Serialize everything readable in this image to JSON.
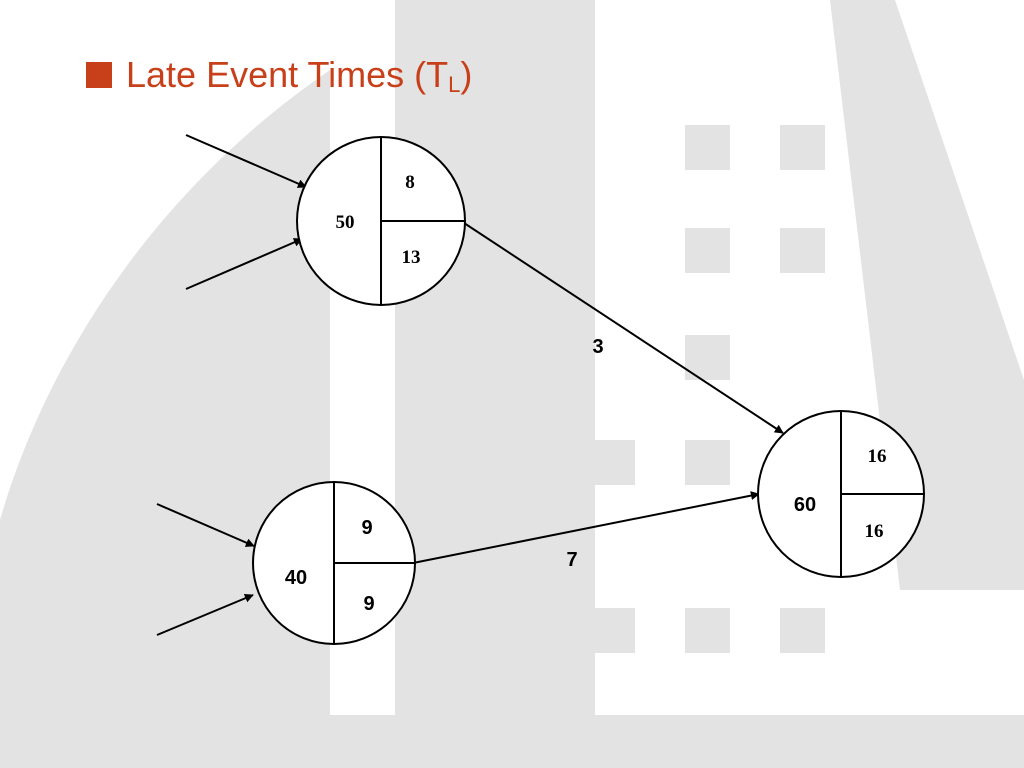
{
  "slide": {
    "title": {
      "text": "Late Event Times (T",
      "subscript": "L",
      "closing": ")"
    },
    "colors": {
      "title": "#c8401a",
      "background_shapes": "#e3e3e3",
      "lines": "#000000"
    }
  },
  "diagram": {
    "nodes": {
      "node_50": {
        "event": "50",
        "top": "8",
        "bottom": "13"
      },
      "node_40": {
        "event": "40",
        "top": "9",
        "bottom": "9"
      },
      "node_60": {
        "event": "60",
        "top": "16",
        "bottom": "16"
      }
    },
    "edges": {
      "edge_50_60": {
        "label": "3"
      },
      "edge_40_60": {
        "label": "7"
      }
    }
  }
}
